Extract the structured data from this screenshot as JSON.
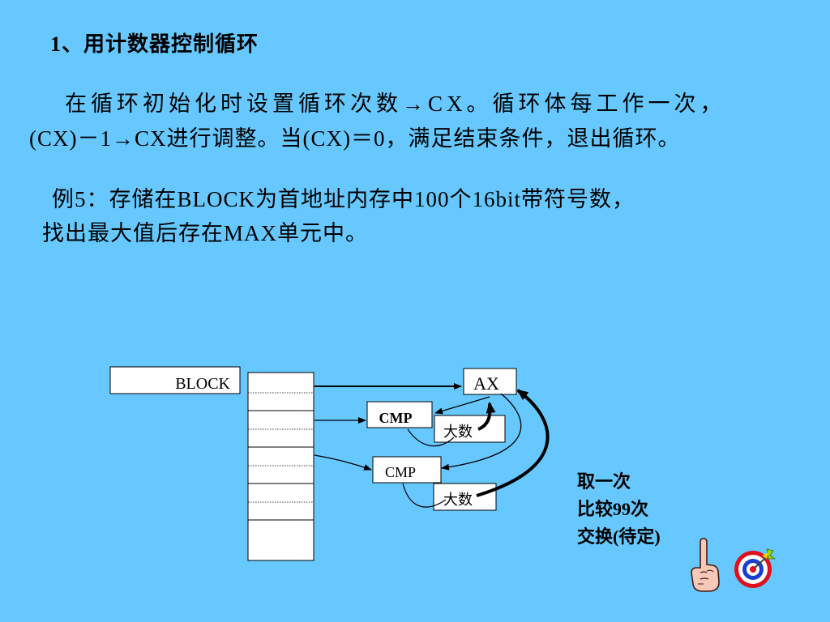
{
  "slide": {
    "title": "1、用计数器控制循环",
    "desc_line1": "在循环初始化时设置循环次数→CX。循环体每工作一次，",
    "desc_line2": "(CX)－1→CX进行调整。当(CX)＝0，满足结束条件，退出循环。",
    "example_line1": "例5：存储在BLOCK为首地址内存中100个16bit带符号数，",
    "example_line2": "找出最大值后存在MAX单元中。"
  },
  "diagram": {
    "block_label": "BLOCK",
    "ax_label": "AX",
    "cmp1_label": "CMP",
    "cmp2_label": "CMP",
    "big_number_label_1": "大数",
    "big_number_label_2": "大数"
  },
  "notes": {
    "line1": "取一次",
    "line2": "比较99次",
    "line3": "交换(待定)"
  },
  "icons": {
    "hand": "pointing-hand-icon",
    "target": "target-icon"
  },
  "colors": {
    "background": "#66c8fe",
    "box_fill": "#ffffff",
    "target_red": "#e0101c",
    "target_blue": "#1a3fd0"
  }
}
